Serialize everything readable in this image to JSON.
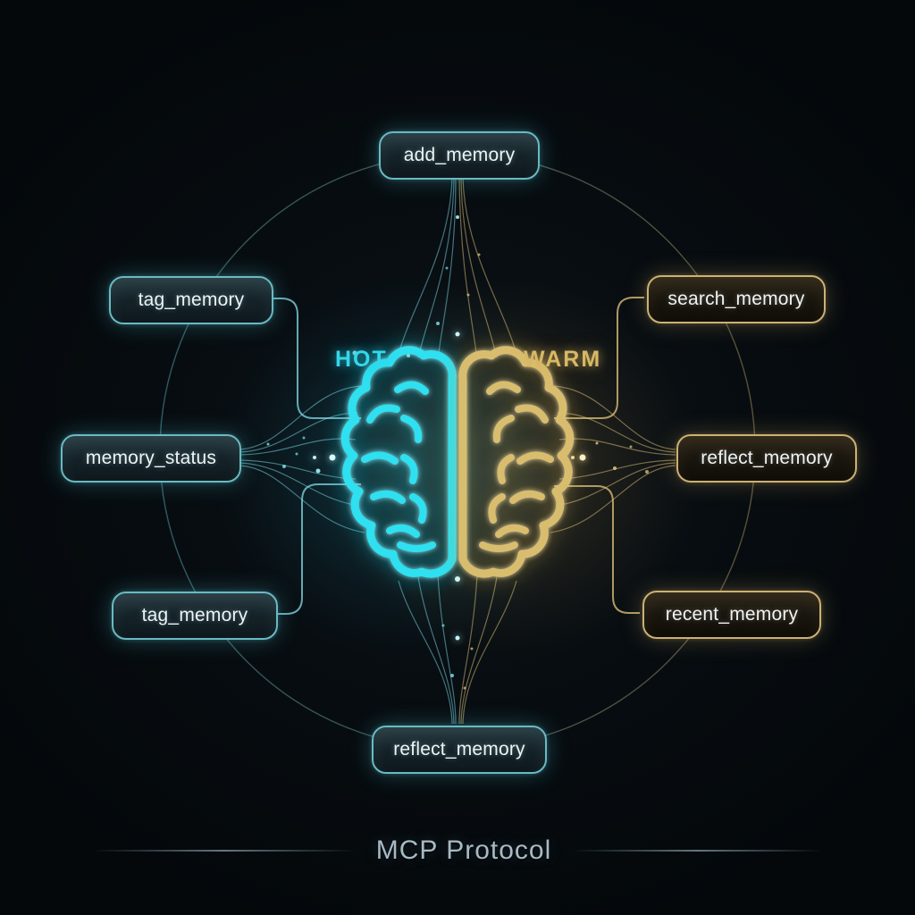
{
  "diagram": {
    "center": {
      "left_label": "HOT",
      "right_label": "WARM",
      "left_color": "#2fd9ec",
      "right_color": "#d7ba6a",
      "icon": "brain-icon"
    },
    "nodes": [
      {
        "id": "add_memory",
        "label": "add_memory",
        "position": "top",
        "theme": "hot"
      },
      {
        "id": "tag_memory_upper",
        "label": "tag_memory",
        "position": "upper-left",
        "theme": "hot"
      },
      {
        "id": "memory_status",
        "label": "memory_status",
        "position": "middle-left",
        "theme": "hot"
      },
      {
        "id": "tag_memory_lower",
        "label": "tag_memory",
        "position": "lower-left",
        "theme": "hot"
      },
      {
        "id": "search_memory",
        "label": "search_memory",
        "position": "upper-right",
        "theme": "warm"
      },
      {
        "id": "reflect_memory_right",
        "label": "reflect_memory",
        "position": "middle-right",
        "theme": "warm"
      },
      {
        "id": "recent_memory",
        "label": "recent_memory",
        "position": "lower-right",
        "theme": "warm"
      },
      {
        "id": "reflect_memory_bottom",
        "label": "reflect_memory",
        "position": "bottom",
        "theme": "hot"
      }
    ],
    "footer": {
      "title": "MCP Protocol"
    },
    "colors": {
      "hot_accent": "#2fd9ec",
      "warm_accent": "#d7ba6a",
      "node_border_hot": "#69bac4",
      "node_border_warm": "#ccb173",
      "node_text": "#eef3f5",
      "footer_text": "#a7bac5",
      "background": "#05090d"
    }
  }
}
